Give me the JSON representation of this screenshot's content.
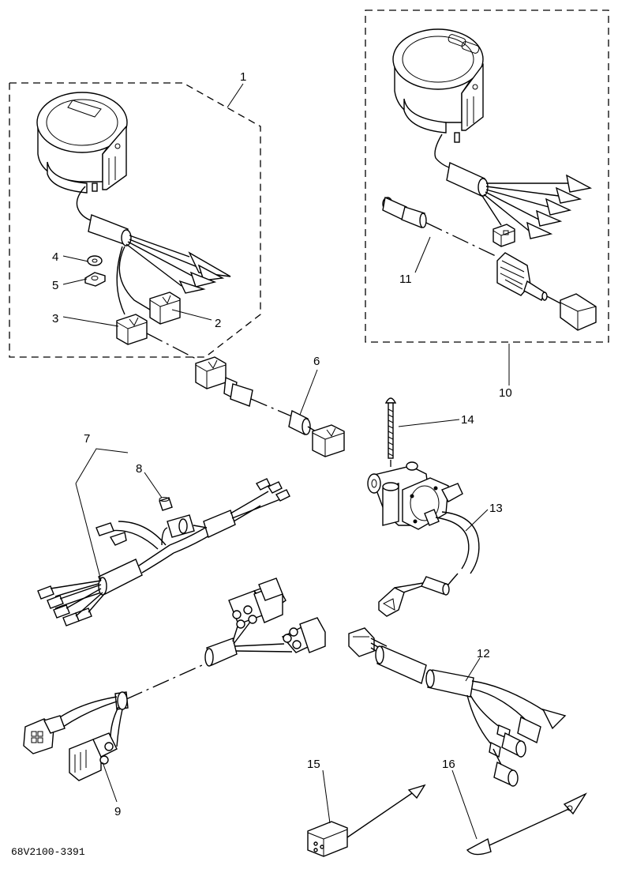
{
  "drawing_code": "68V2100-3391",
  "callouts": [
    "1",
    "2",
    "3",
    "4",
    "5",
    "6",
    "7",
    "8",
    "9",
    "10",
    "11",
    "12",
    "13",
    "14",
    "15",
    "16"
  ]
}
